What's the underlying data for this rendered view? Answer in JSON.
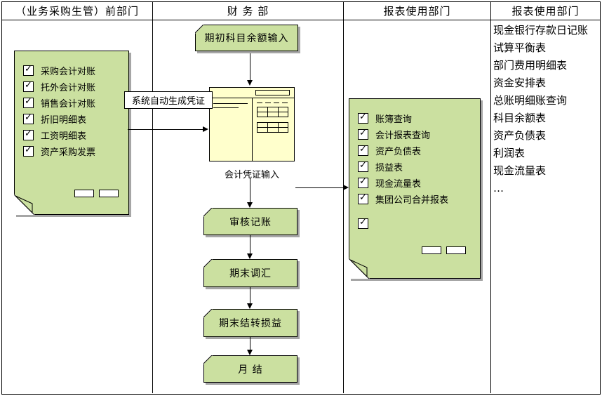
{
  "colors": {
    "shape-fill": "#cbe0a0",
    "ledger-fill": "#ffffcc",
    "shadow": "#a6a6a6"
  },
  "header": {
    "col1": "（业务采购生管）前部门",
    "col2": "财 务 部",
    "col3": "报表使用部门",
    "col4": "报表使用部门"
  },
  "purchasing_note": {
    "items": [
      "采购会计对账",
      "托外会计对账",
      "销售会计对账",
      "折旧明细表",
      "工资明细表",
      "资产采购发票"
    ]
  },
  "labels": {
    "auto_voucher": "系统自动生成凭证",
    "voucher_input": "会计凭证输入"
  },
  "cards": {
    "initial_balance": "期初科目余额输入",
    "audit_posting": "审核记账",
    "period_end_revaluation": "期末调汇",
    "period_end_transfer": "期末结转损益",
    "month_end_close": "月  结"
  },
  "report_note": {
    "items": [
      "账簿查询",
      "会计报表查询",
      "资产负债表",
      "损益表",
      "现金流量表",
      "集团公司合并报表",
      ""
    ]
  },
  "report_list": {
    "items": [
      "现金银行存款日记账",
      "试算平衡表",
      "部门费用明细表",
      "资金安排表",
      "总账明细账查询",
      "科目余额表",
      "资产负债表",
      "利润表",
      "现金流量表",
      "…"
    ]
  }
}
